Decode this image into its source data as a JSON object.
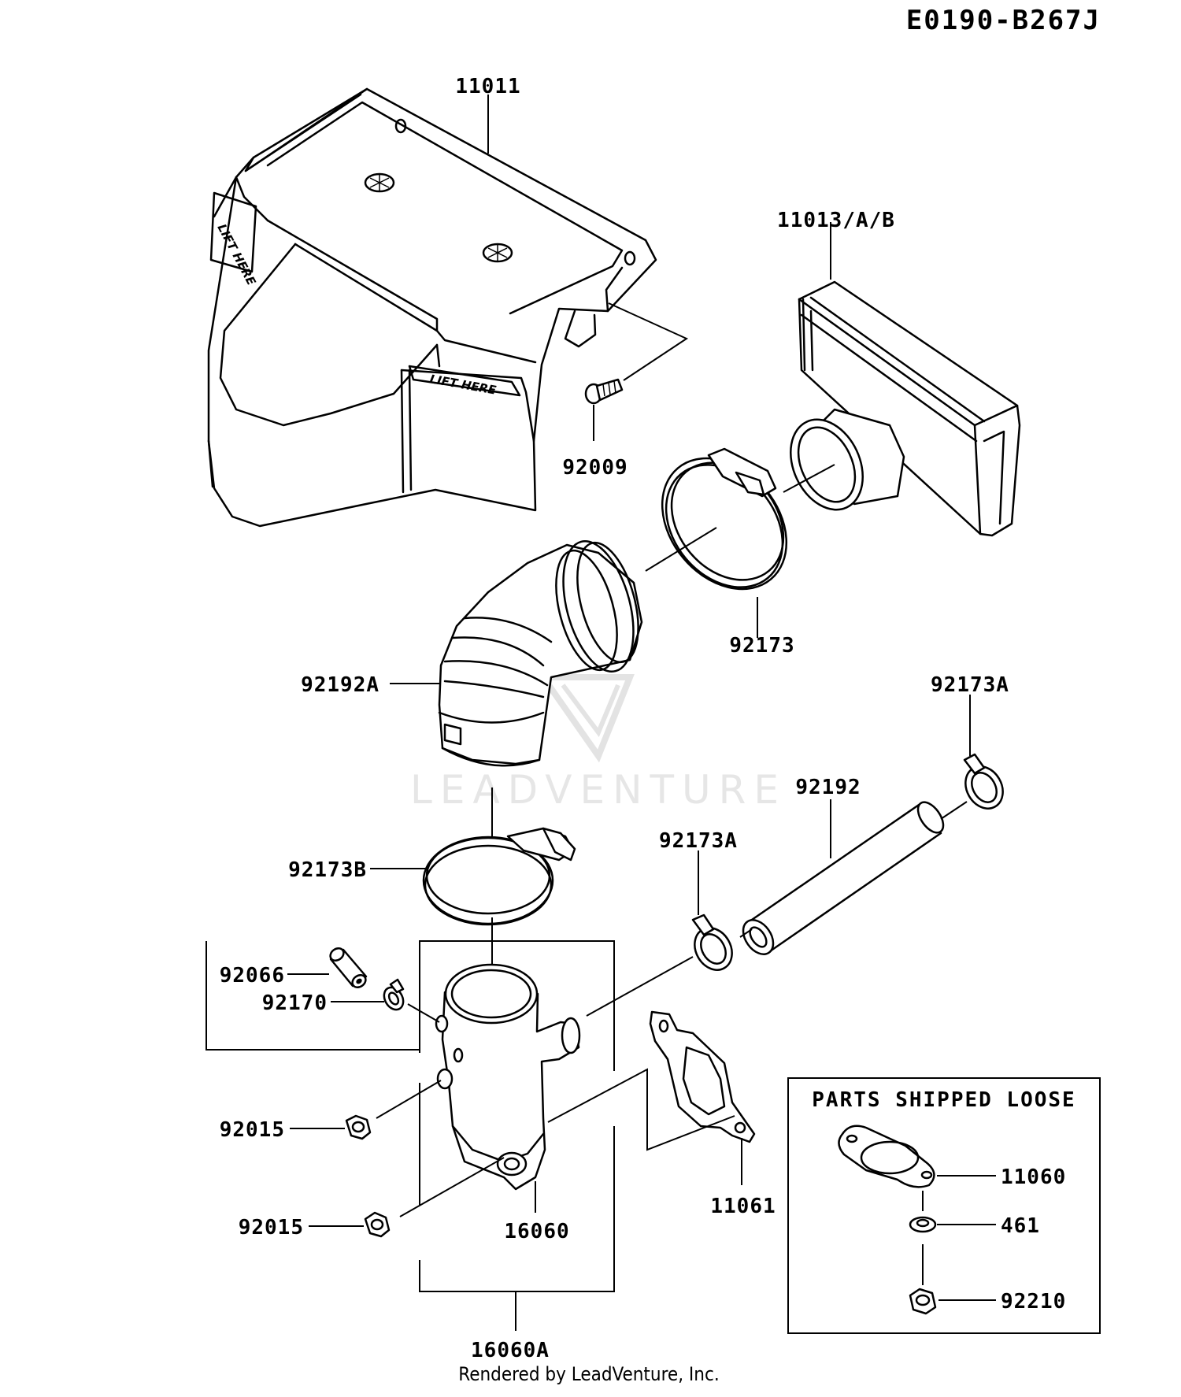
{
  "diagram_code": "E0190-B267J",
  "footer": "Rendered by LeadVenture, Inc.",
  "watermark": "LEADVENTURE",
  "lift_text": "LIFT HERE",
  "parts_box_title": "PARTS SHIPPED LOOSE",
  "labels": {
    "p11011": "11011",
    "p11013": "11013/A/B",
    "p92009": "92009",
    "p92173": "92173",
    "p92192a": "92192A",
    "p92173a_top": "92173A",
    "p92192": "92192",
    "p92173a_mid": "92173A",
    "p92173b": "92173B",
    "p92066": "92066",
    "p92170": "92170",
    "p92015_upper": "92015",
    "p92015_lower": "92015",
    "p16060": "16060",
    "p16060a": "16060A",
    "p11061": "11061",
    "p11060": "11060",
    "p461": "461",
    "p92210": "92210"
  }
}
